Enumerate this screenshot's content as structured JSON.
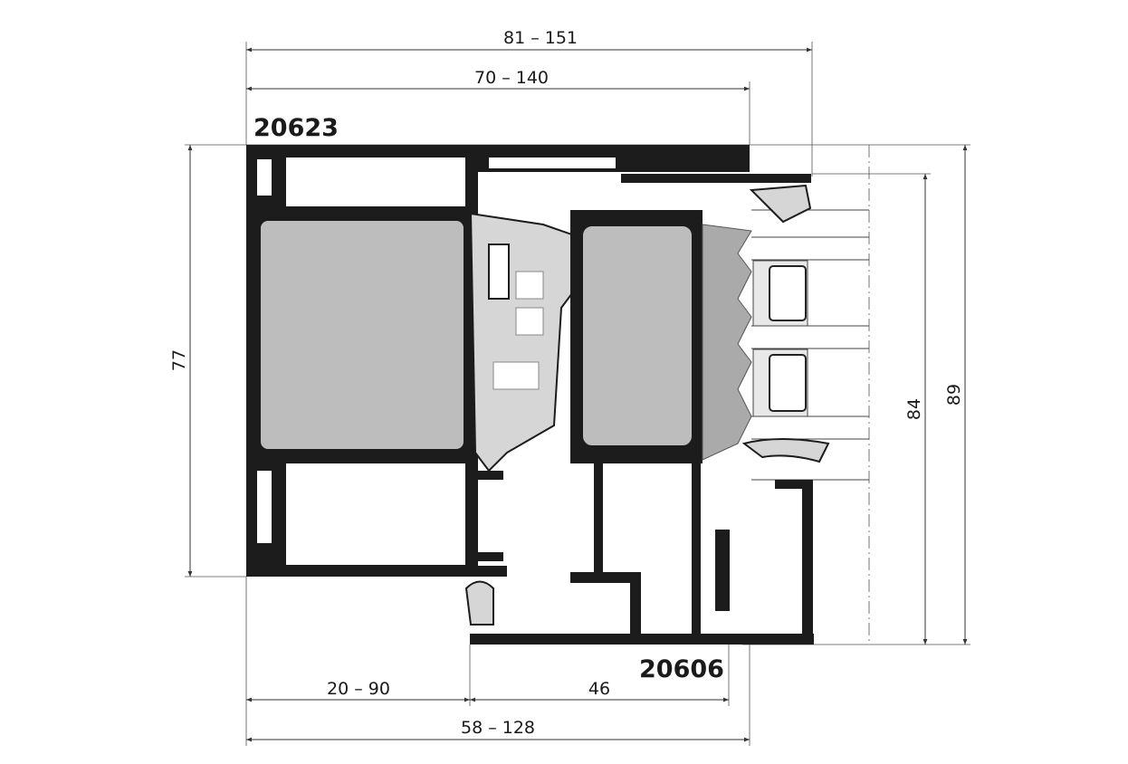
{
  "title": "Window profile cross-section",
  "parts": {
    "frame_profile": "20623",
    "sash_profile": "20606"
  },
  "dimensions": {
    "overall_width": "81 – 151",
    "frame_width": "70 – 140",
    "frame_height": "77",
    "sash_height": "84",
    "overall_height": "89",
    "bottom_left": "20 – 90",
    "bottom_sash": "46",
    "bottom_total": "58 – 128"
  },
  "colors": {
    "aluminium": "#1c1c1c",
    "insulation": "#bdbdbd",
    "gasket": "#d6d6d6"
  }
}
